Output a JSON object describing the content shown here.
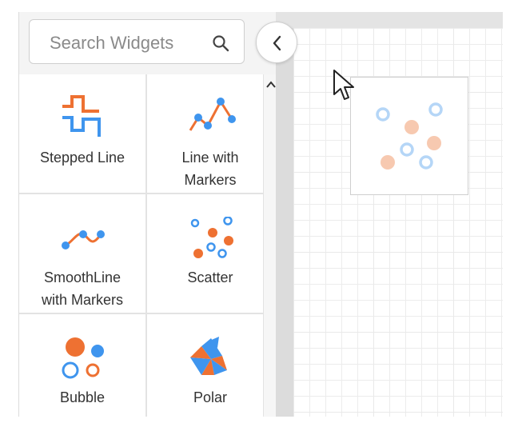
{
  "search": {
    "placeholder": "Search Widgets",
    "icon": "search-icon"
  },
  "widgets": [
    {
      "label_line1": "Stepped Line",
      "label_line2": "",
      "icon": "stepped-line-chart-icon"
    },
    {
      "label_line1": "Line with",
      "label_line2": "Markers",
      "icon": "line-with-markers-chart-icon"
    },
    {
      "label_line1": "SmoothLine",
      "label_line2": "with Markers",
      "icon": "smoothline-with-markers-chart-icon"
    },
    {
      "label_line1": "Scatter",
      "label_line2": "",
      "icon": "scatter-chart-icon"
    },
    {
      "label_line1": "Bubble",
      "label_line2": "",
      "icon": "bubble-chart-icon"
    },
    {
      "label_line1": "Polar",
      "label_line2": "",
      "icon": "polar-chart-icon"
    }
  ],
  "colors": {
    "orange": "#ee7132",
    "blue": "#3f95ee",
    "light_orange": "#f7c9b0",
    "light_blue": "#b5d6f7"
  },
  "drag_preview": {
    "icon": "scatter-chart-icon"
  }
}
